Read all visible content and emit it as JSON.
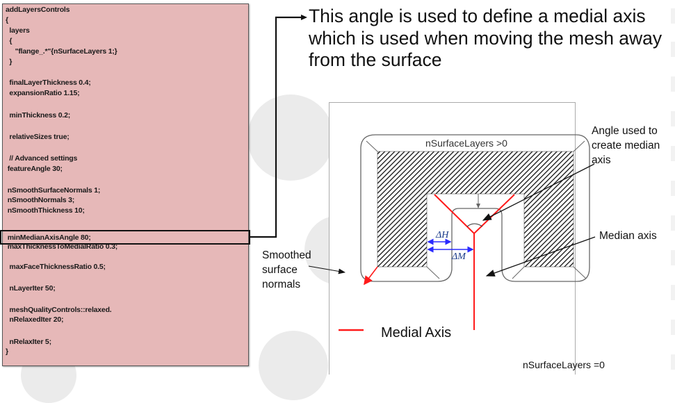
{
  "code": {
    "lines": [
      "addLayersControls",
      "{",
      "  layers",
      "  {",
      "     \"flange_.*\"{nSurfaceLayers 1;}",
      "  }",
      "  finalLayerThickness 0.4;",
      "  expansionRatio 1.15;",
      "  minThickness 0.2;",
      "  relativeSizes true;",
      "  // Advanced settings",
      " featureAngle 30;",
      " nSmoothSurfaceNormals 1;",
      " nSmoothNormals 3;",
      " nSmoothThickness 10;",
      " minMedianAxisAngle 80;",
      " maxThicknessToMedialRatio 0.3;",
      "  maxFaceThicknessRatio 0.5;",
      "  nLayerIter 50;",
      "  meshQualityControls::relaxed.",
      "  nRelaxedIter 20;",
      "  nRelaxIter 5;",
      "}"
    ],
    "highlighted_line_index": 15
  },
  "description": "This angle is used to define a medial axis which is used when moving the mesh away from the surface",
  "diagram": {
    "top_label": "nSurfaceLayers >0",
    "bottom_label": "nSurfaceLayers =0",
    "delta_h": "ΔH",
    "delta_m": "ΔM",
    "legend_label": "Medial Axis",
    "annotations": {
      "angle": "Angle used to create median axis",
      "median_axis": "Median axis",
      "smoothed_normals": "Smoothed surface normals"
    },
    "colors": {
      "medial_axis": "#ff1a1a",
      "delta_arrows": "#2a2aff",
      "code_bg": "#e6b8b8"
    }
  }
}
